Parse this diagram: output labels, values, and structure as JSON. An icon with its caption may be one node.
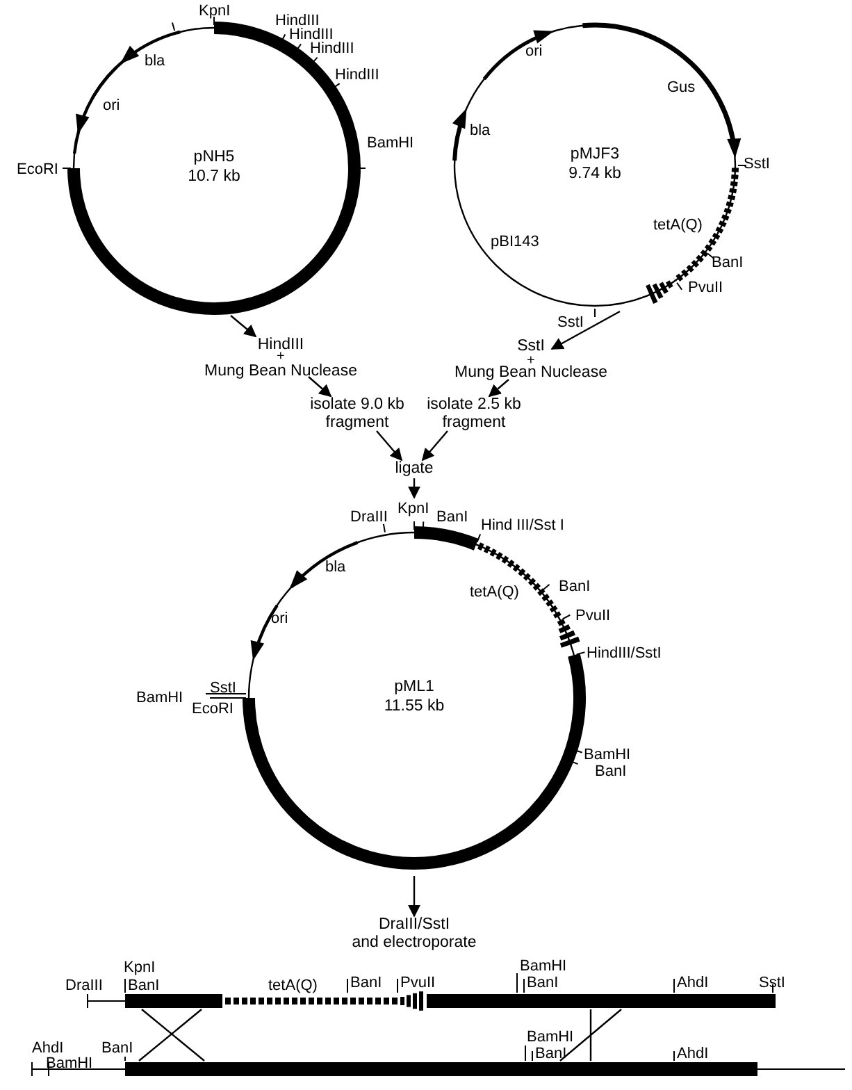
{
  "diagram": {
    "nodes": [
      {
        "text": [
          "pNH5",
          "10.7 kb"
        ]
      },
      {
        "text": [
          "pMJF3",
          "9.74 kb"
        ]
      },
      {
        "text": [
          "HindIII",
          "Mung Bean Nuclease"
        ]
      },
      {
        "text": [
          "SstI",
          "Mung Bean Nuclease"
        ]
      },
      {
        "text": [
          "isolate 9.0 kb fragment"
        ]
      },
      {
        "text": [
          "isolate 2.5 kb fragment"
        ]
      },
      {
        "text": [
          "ligate"
        ]
      },
      {
        "text": [
          "pML1",
          "11.55 kb"
        ]
      },
      {
        "text": [
          "DraIII/SstI",
          "and electroporate"
        ]
      },
      {
        "text": [],
        "shape": "bar"
      },
      {
        "text": [],
        "shape": "bar"
      }
    ],
    "edges": [
      {
        "from": 0,
        "to": 2,
        "arrow": "to"
      },
      {
        "from": 2,
        "to": 4,
        "arrow": "to"
      },
      {
        "from": 1,
        "to": 3,
        "arrow": "to"
      },
      {
        "from": 3,
        "to": 5,
        "arrow": "to"
      },
      {
        "from": 4,
        "to": 6,
        "arrow": "to"
      },
      {
        "from": 5,
        "to": 6,
        "arrow": "to"
      },
      {
        "from": 6,
        "to": 7,
        "arrow": "to"
      },
      {
        "from": 7,
        "to": 8,
        "arrow": "to"
      },
      {
        "from": 9,
        "to": 10,
        "arrow": "none"
      },
      {
        "from": 9,
        "to": 10,
        "arrow": "none"
      },
      {
        "from": 9,
        "to": 10,
        "arrow": "none"
      },
      {
        "from": 9,
        "to": 10,
        "arrow": "none"
      }
    ],
    "labels": [
      "KpnI",
      "HindIII",
      "HindIII",
      "HindIII",
      "bla",
      "HindIII",
      "ori",
      "BamHI",
      "EcoRI",
      "ori",
      "Gus",
      "bla",
      "SstI",
      "tetA(Q)",
      "pBI143",
      "BanI",
      "PvuII",
      "SstI",
      "+",
      "+",
      "KpnI",
      "DraIII",
      "BanI",
      "Hind III/Sst I",
      "bla",
      "BanI",
      "tetA(Q)",
      "ori",
      "PvuII",
      "HindIII/SstI",
      "SstI",
      "BamHI",
      "EcoRI",
      "BamHI",
      "BanI",
      "KpnI",
      "DraIII",
      "BanI",
      "tetA(Q)",
      "BanI",
      "PvuII",
      "BamHI",
      "BanI",
      "AhdI",
      "SstI",
      "BamHI",
      "AhdI",
      "BanI",
      "BamHI",
      "BanI",
      "AhdI"
    ]
  }
}
